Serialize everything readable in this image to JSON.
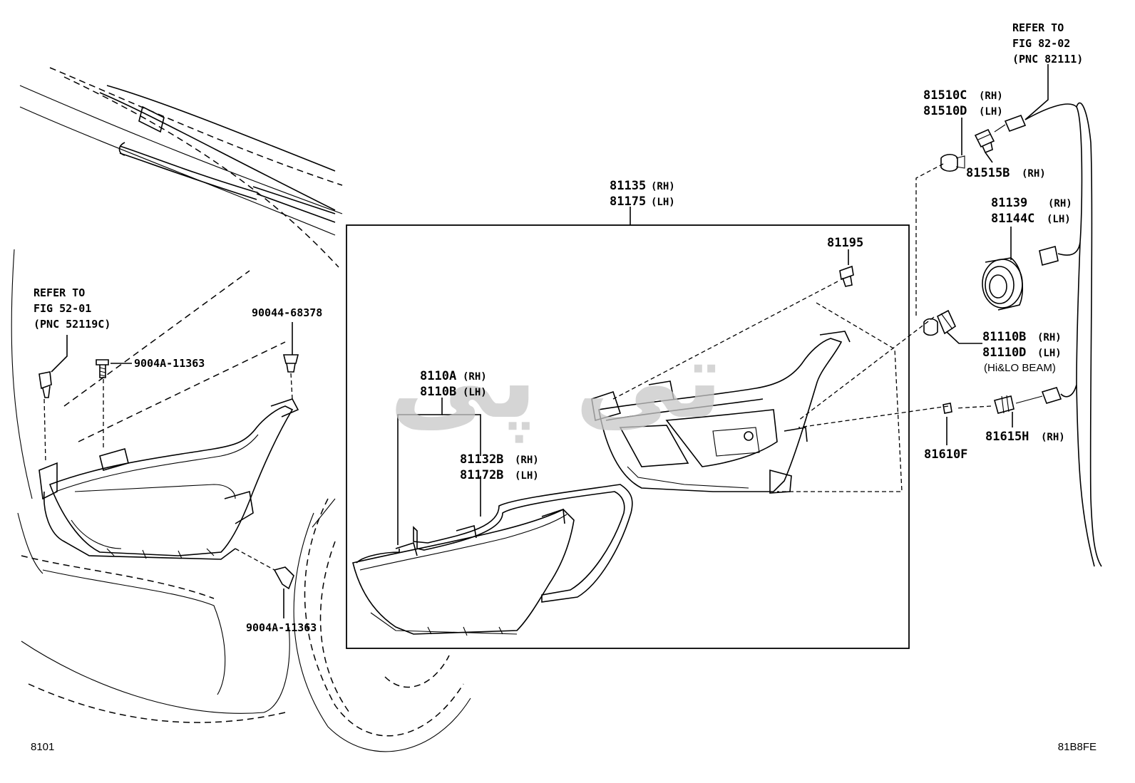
{
  "diagram": {
    "figure_code_left": "8101",
    "figure_code_right": "81B8FE",
    "watermark_text": "تی پی",
    "assembly": {
      "part_rh": "81135",
      "part_lh": "81175",
      "rh": "(RH)",
      "lh": "(LH)"
    },
    "labels": {
      "p81195": "81195",
      "p8110a": "8110A",
      "p8110a_side": "(RH)",
      "p8110b": "8110B",
      "p8110b_side": "(LH)",
      "p81132b": "81132B",
      "p81132b_side": "(RH)",
      "p81172b": "81172B",
      "p81172b_side": "(LH)",
      "p81510c": "81510C",
      "p81510c_side": "(RH)",
      "p81510d": "81510D",
      "p81510d_side": "(LH)",
      "p81515b": "81515B",
      "p81515b_side": "(RH)",
      "p81139": "81139",
      "p81139_side": "(RH)",
      "p81144c": "81144C",
      "p81144c_side": "(LH)",
      "p81110b": "81110B",
      "p81110b_side": "(RH)",
      "p81110d": "81110D",
      "p81110d_side": "(LH)",
      "beam_note": "(Hi&LO BEAM)",
      "p81610f": "81610F",
      "p81615h": "81615H",
      "p81615h_side": "(RH)",
      "p90044": "90044-68378",
      "p9004a_upper": "9004A-11363",
      "p9004a_lower": "9004A-11363"
    },
    "refer_fig52": {
      "line1": "REFER TO",
      "line2": "FIG 52-01",
      "line3": "(PNC 52119C)"
    },
    "refer_fig82": {
      "line1": "REFER TO",
      "line2": "FIG 82-02",
      "line3": "(PNC 82111)"
    }
  }
}
